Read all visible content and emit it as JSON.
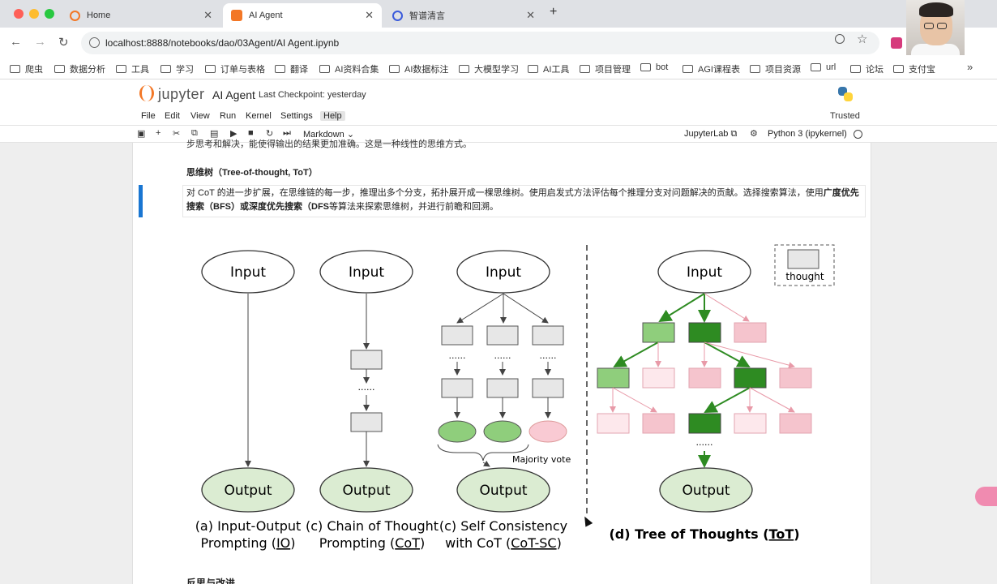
{
  "browser": {
    "tabs": [
      {
        "label": "Home",
        "icon": "jupyter-icon",
        "active": false
      },
      {
        "label": "AI Agent",
        "icon": "notebook-icon",
        "active": true
      },
      {
        "label": "智谱清言",
        "icon": "zhipu-icon",
        "active": false
      }
    ],
    "url": "localhost:8888/notebooks/dao/03Agent/AI Agent.ipynb"
  },
  "bookmarks": [
    "爬虫",
    "数据分析",
    "工具",
    "学习",
    "订单与表格",
    "翻译",
    "AI资料合集",
    "AI数据标注",
    "大模型学习",
    "AI工具",
    "项目管理",
    "bot",
    "AGI课程表",
    "项目资源",
    "url",
    "论坛",
    "支付宝"
  ],
  "jupyter": {
    "logo": "jupyter",
    "notebook_name": "AI Agent",
    "checkpoint": "Last Checkpoint: yesterday",
    "menu": [
      "File",
      "Edit",
      "View",
      "Run",
      "Kernel",
      "Settings",
      "Help"
    ],
    "trusted": "Trusted",
    "cell_type": "Markdown",
    "jupyterlab_link": "JupyterLab",
    "kernel": "Python 3 (ipykernel)"
  },
  "notebook": {
    "cut_text": "步思考和解决，能使得输出的结果更加准确。这是一种线性的思维方式。",
    "heading_tot": "思维树（Tree-of-thought, ToT）",
    "para_a": "对 CoT 的进一步扩展，在思维链的每一步，推理出多个分支，拓扑展开成一棵思维树。使用启发式方法评估每个推理分支对问题解决的贡献。选择搜索算法，使用",
    "para_b1": "广度优先搜索（BFS）或深度优先搜索（DFS",
    "para_c": "等算法来探索思维树，并进行前瞻和回溯。",
    "next_heading": "反思与改进"
  },
  "diagram": {
    "input_label": "Input",
    "output_label": "Output",
    "dots": "......",
    "majority_vote": "Majority vote",
    "thought_legend": "thought",
    "captions": {
      "io_1": "(a) Input-Output",
      "io_2a": "Prompting (",
      "io_u": "IO",
      "io_2b": ")",
      "cot_1": "(c) Chain of Thought",
      "cot_2a": "Prompting (",
      "cot_u": "CoT",
      "cot_2b": ")",
      "sc_1": "(c) Self Consistency",
      "sc_2a": "with CoT (",
      "sc_u": "CoT-SC",
      "sc_2b": ")",
      "tot_a": "(d) Tree of Thoughts (",
      "tot_u": "ToT",
      "tot_b": ")"
    },
    "colors": {
      "node_fill": "#e7e7e7",
      "output_fill": "#dbecd2",
      "green_dark": "#2e8b22",
      "green_light": "#8fce7c",
      "pink": "#f5c4cd",
      "pink_light": "#fde8ec",
      "vote_pink": "#f9cad3",
      "vote_green": "#8fce7c"
    }
  }
}
